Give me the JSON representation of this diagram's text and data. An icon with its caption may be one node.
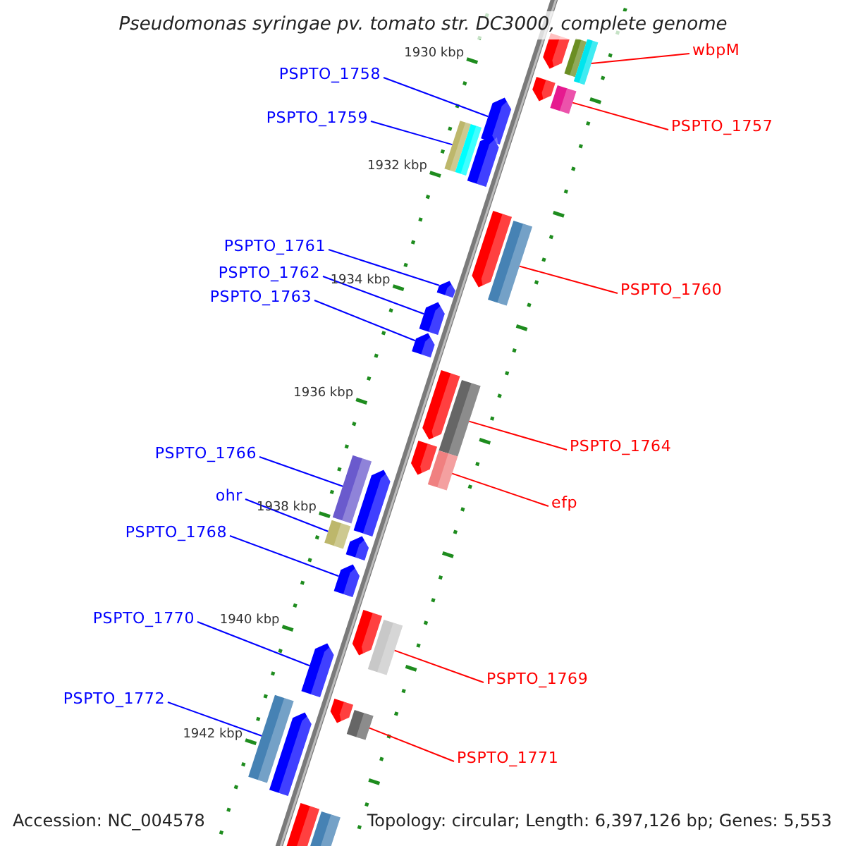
{
  "diagram": {
    "title": "Pseudomonas syringae pv. tomato str. DC3000, complete genome",
    "nodes": [
      {
        "text": [
          "wbpM"
        ]
      },
      {
        "text": [
          "PSPTO_1758"
        ]
      },
      {
        "text": [
          "PSPTO_1759"
        ]
      },
      {
        "text": [
          "PSPTO_1757"
        ]
      },
      {
        "text": [
          "PSPTO_1761"
        ]
      },
      {
        "text": [
          "PSPTO_1762"
        ]
      },
      {
        "text": [
          "PSPTO_1760"
        ]
      },
      {
        "text": [
          "PSPTO_1763"
        ]
      },
      {
        "text": [
          "PSPTO_1764"
        ]
      },
      {
        "text": [
          "PSPTO_1766"
        ]
      },
      {
        "text": [
          "ohr"
        ]
      },
      {
        "text": [
          "efp"
        ]
      },
      {
        "text": [
          "PSPTO_1768"
        ]
      },
      {
        "text": [
          "PSPTO_1770"
        ]
      },
      {
        "text": [
          "PSPTO_1769"
        ]
      },
      {
        "text": [
          "PSPTO_1772"
        ]
      },
      {
        "text": [
          "PSPTO_1771"
        ]
      },
      {
        "text": [],
        "shape": "arrow"
      },
      {
        "text": [],
        "shape": "bar"
      },
      {
        "text": [],
        "shape": "bar"
      },
      {
        "text": [],
        "shape": "arrow"
      },
      {
        "text": [],
        "shape": "bar"
      },
      {
        "text": [],
        "shape": "arrow"
      },
      {
        "text": [],
        "shape": "bar"
      },
      {
        "text": [],
        "shape": "bar"
      },
      {
        "text": [],
        "shape": "arrow"
      },
      {
        "text": [],
        "shape": "arrow"
      },
      {
        "text": [],
        "shape": "bar"
      },
      {
        "text": [],
        "shape": "arrow"
      },
      {
        "text": [],
        "shape": "arrow"
      },
      {
        "text": [],
        "shape": "arrow"
      },
      {
        "text": [],
        "shape": "arrow"
      },
      {
        "text": [],
        "shape": "bar"
      },
      {
        "text": [],
        "shape": "arrow"
      },
      {
        "text": [],
        "shape": "bar"
      },
      {
        "text": [],
        "shape": "bar"
      },
      {
        "text": [],
        "shape": "arrow"
      },
      {
        "text": [],
        "shape": "bar"
      },
      {
        "text": [],
        "shape": "arrow"
      },
      {
        "text": [],
        "shape": "arrow"
      },
      {
        "text": [],
        "shape": "arrow"
      },
      {
        "text": [],
        "shape": "bar"
      },
      {
        "text": [],
        "shape": "arrow"
      },
      {
        "text": [],
        "shape": "arrow"
      },
      {
        "text": [],
        "shape": "bar"
      },
      {
        "text": [],
        "shape": "bar"
      },
      {
        "text": [],
        "shape": "arrow"
      },
      {
        "text": [],
        "shape": "arrow"
      },
      {
        "text": [],
        "shape": "bar"
      }
    ],
    "edges": [
      {
        "from": 0,
        "to": 19,
        "arrow": "none",
        "color": "#ff0000"
      },
      {
        "from": 1,
        "to": 22,
        "arrow": "none"
      },
      {
        "from": 2,
        "to": 23,
        "arrow": "none"
      },
      {
        "from": 3,
        "to": 21,
        "arrow": "none",
        "color": "#ff0000"
      },
      {
        "from": 4,
        "to": 28,
        "arrow": "none"
      },
      {
        "from": 5,
        "to": 29,
        "arrow": "none"
      },
      {
        "from": 6,
        "to": 27,
        "arrow": "none",
        "color": "#ff0000"
      },
      {
        "from": 7,
        "to": 30,
        "arrow": "none"
      },
      {
        "from": 8,
        "to": 32,
        "arrow": "none",
        "color": "#ff0000"
      },
      {
        "from": 9,
        "to": 35,
        "arrow": "none"
      },
      {
        "from": 10,
        "to": 37,
        "arrow": "none"
      },
      {
        "from": 11,
        "to": 34,
        "arrow": "none",
        "color": "#ff0000"
      },
      {
        "from": 12,
        "to": 39,
        "arrow": "none"
      },
      {
        "from": 13,
        "to": 42,
        "arrow": "none"
      },
      {
        "from": 14,
        "to": 41,
        "arrow": "none",
        "color": "#ff0000"
      },
      {
        "from": 15,
        "to": 45,
        "arrow": "none"
      },
      {
        "from": 16,
        "to": 44,
        "arrow": "none",
        "color": "#ff0000"
      }
    ],
    "labels": [
      "1930 kbp",
      "1932 kbp",
      "1934 kbp",
      "1936 kbp",
      "1938 kbp",
      "1940 kbp",
      "1942 kbp",
      "Accession: NC_004578",
      "Topology: circular; Length: 6,397,126 bp; Genes: 5,553"
    ]
  }
}
